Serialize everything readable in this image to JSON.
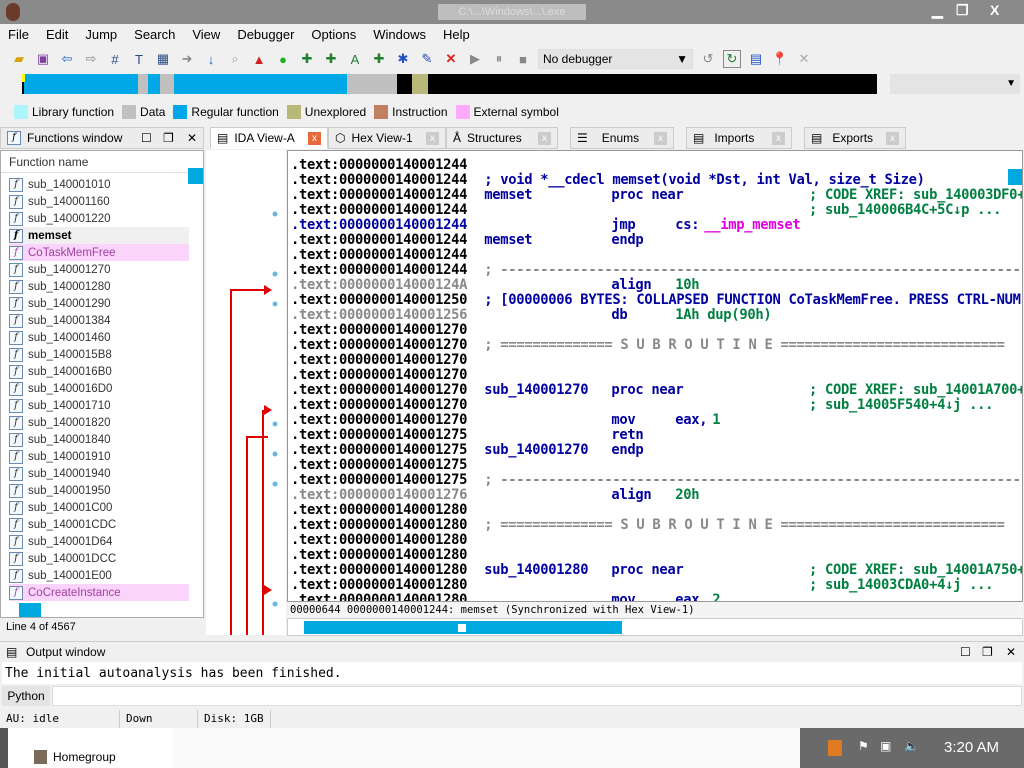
{
  "window": {
    "title": "C:\\...\\Windows\\...\\.exe"
  },
  "menu": [
    "File",
    "Edit",
    "Jump",
    "Search",
    "View",
    "Debugger",
    "Options",
    "Windows",
    "Help"
  ],
  "toolbar": {
    "debugger": "No debugger"
  },
  "legend": [
    {
      "label": "Library function",
      "color": "#aef4ff"
    },
    {
      "label": "Data",
      "color": "#c0c0c0"
    },
    {
      "label": "Regular function",
      "color": "#00a8e8"
    },
    {
      "label": "Unexplored",
      "color": "#b8b878"
    },
    {
      "label": "Instruction",
      "color": "#c08060"
    },
    {
      "label": "External symbol",
      "color": "#ffaaff"
    }
  ],
  "tabs": {
    "functions": "Functions window",
    "ida": "IDA View-A",
    "hex": "Hex View-1",
    "structures": "Structures",
    "enums": "Enums",
    "imports": "Imports",
    "exports": "Exports"
  },
  "functions": {
    "header": "Function name",
    "items": [
      "sub_140001010",
      "sub_140001160",
      "sub_140001220",
      "memset",
      "CoTaskMemFree",
      "sub_140001270",
      "sub_140001280",
      "sub_140001290",
      "sub_140001384",
      "sub_140001460",
      "sub_1400015B8",
      "sub_1400016B0",
      "sub_1400016D0",
      "sub_140001710",
      "sub_140001820",
      "sub_140001840",
      "sub_140001910",
      "sub_140001940",
      "sub_140001950",
      "sub_140001C00",
      "sub_140001CDC",
      "sub_140001D64",
      "sub_140001DCC",
      "sub_140001E00",
      "CoCreateInstance"
    ],
    "selected": "memset",
    "line_status": "Line 4 of 4567"
  },
  "disasm": [
    {
      "a": ".text:0000000140001244"
    },
    {
      "a": ".text:0000000140001244",
      "bc": "; void *__cdecl memset(void *Dst, int Val, size_t Size)"
    },
    {
      "a": ".text:0000000140001244",
      "lb": "memset",
      "op": "proc near",
      "ar": "",
      "cm": "; CODE XREF: sub_140003DF0+"
    },
    {
      "a": ".text:0000000140001244",
      "lb": "",
      "op": "",
      "ar": "",
      "cm": "; sub_140006B4C+5C↓p ..."
    },
    {
      "a": ".text:0000000140001244",
      "ac": "b",
      "lb": "",
      "op": "jmp",
      "ar": "cs:",
      "mag": "__imp_memset"
    },
    {
      "a": ".text:0000000140001244",
      "lb": "memset",
      "op": "endp"
    },
    {
      "a": ".text:0000000140001244"
    },
    {
      "a": ".text:0000000140001244",
      "gray": "; ------------------------------------------------------------------"
    },
    {
      "a": ".text:000000014000124A",
      "ac": "g",
      "lb": "",
      "op": "align",
      "num": "10h"
    },
    {
      "a": ".text:0000000140001250",
      "bc": "; [00000006 BYTES: COLLAPSED FUNCTION CoTaskMemFree. PRESS CTRL-NUM"
    },
    {
      "a": ".text:0000000140001256",
      "ac": "g",
      "lb": "",
      "op": "db",
      "num": "1Ah dup(90h)"
    },
    {
      "a": ".text:0000000140001270"
    },
    {
      "a": ".text:0000000140001270",
      "gray": "; ============== S U B R O U T I N E ============================"
    },
    {
      "a": ".text:0000000140001270"
    },
    {
      "a": ".text:0000000140001270"
    },
    {
      "a": ".text:0000000140001270",
      "lb": "sub_140001270",
      "op": "proc near",
      "ar": "",
      "cm": "; CODE XREF: sub_14001A700+"
    },
    {
      "a": ".text:0000000140001270",
      "lb": "",
      "op": "",
      "ar": "",
      "cm": "; sub_14005F540+4↓j ..."
    },
    {
      "a": ".text:0000000140001270",
      "lb": "",
      "op": "mov",
      "ar": "eax,",
      "num": "1"
    },
    {
      "a": ".text:0000000140001275",
      "lb": "",
      "op": "retn"
    },
    {
      "a": ".text:0000000140001275",
      "lb": "sub_140001270",
      "op": "endp"
    },
    {
      "a": ".text:0000000140001275"
    },
    {
      "a": ".text:0000000140001275",
      "gray": "; ------------------------------------------------------------------"
    },
    {
      "a": ".text:0000000140001276",
      "ac": "g",
      "lb": "",
      "op": "align",
      "num": "20h"
    },
    {
      "a": ".text:0000000140001280"
    },
    {
      "a": ".text:0000000140001280",
      "gray": "; ============== S U B R O U T I N E ============================"
    },
    {
      "a": ".text:0000000140001280"
    },
    {
      "a": ".text:0000000140001280"
    },
    {
      "a": ".text:0000000140001280",
      "lb": "sub_140001280",
      "op": "proc near",
      "ar": "",
      "cm": "; CODE XREF: sub_14001A750+"
    },
    {
      "a": ".text:0000000140001280",
      "lb": "",
      "op": "",
      "ar": "",
      "cm": "; sub_14003CDA0+4↓j ..."
    },
    {
      "a": ".text:0000000140001280",
      "lb": "",
      "op": "mov",
      "ar": "eax,",
      "num": "2"
    }
  ],
  "disasm_status": "00000644 0000000140001244: memset (Synchronized with Hex View-1)",
  "output": {
    "title": "Output window",
    "text": "The initial autoanalysis has been finished.",
    "python_label": "Python"
  },
  "status": {
    "au": "AU:  idle",
    "dir": "Down",
    "disk": "Disk: 1GB"
  },
  "taskbar": {
    "homegroup": "Homegroup",
    "clock": "3:20 AM"
  }
}
